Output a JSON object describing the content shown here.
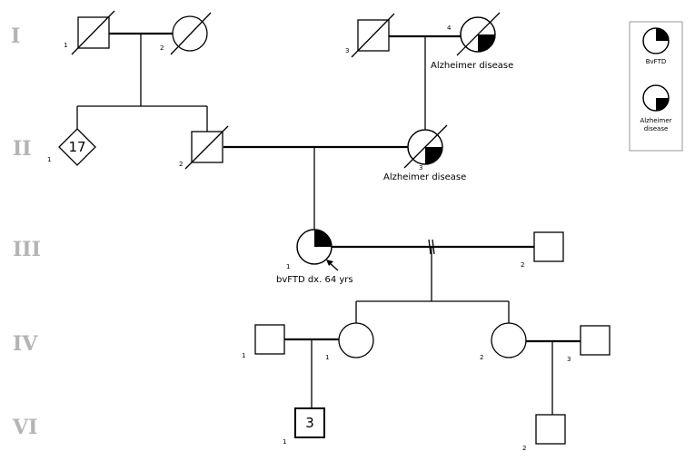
{
  "generations": [
    "I",
    "II",
    "III",
    "IV",
    "VI"
  ],
  "individuals": {
    "I1": {
      "number": "1"
    },
    "I2": {
      "number": "2"
    },
    "I3": {
      "number": "3"
    },
    "I4": {
      "number": "4",
      "condition": "Alzheimer disease"
    },
    "II1": {
      "number": "1",
      "count": "17"
    },
    "II2": {
      "number": "2"
    },
    "II3": {
      "number": "3",
      "condition": "Alzheimer disease"
    },
    "III1": {
      "number": "1",
      "condition": "bvFTD dx. 64 yrs"
    },
    "III2": {
      "number": "2"
    },
    "IV1": {
      "number": "1"
    },
    "IV1b": {
      "number": "1"
    },
    "IV2": {
      "number": "2"
    },
    "IV3": {
      "number": "3"
    },
    "VI1": {
      "number": "1",
      "count": "3"
    },
    "VI2": {
      "number": "2"
    }
  },
  "legend": {
    "items": [
      {
        "label": "BvFTD"
      },
      {
        "label_line1": "Alzheimer",
        "label_line2": "disease"
      }
    ]
  },
  "colors": {
    "affected_fill": "#000000",
    "generation_label": "#b4b4b4"
  }
}
